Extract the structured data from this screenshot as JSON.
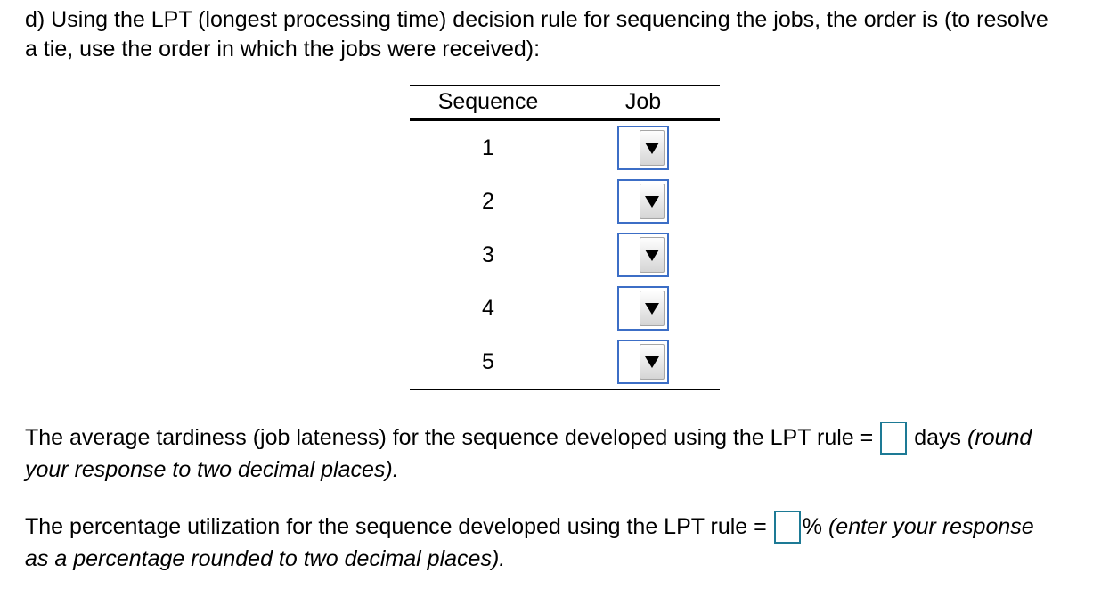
{
  "question": {
    "intro_line1": "d) Using the LPT (longest processing time) decision rule for sequencing the jobs, the order is (to resolve",
    "intro_line2": "a tie, use the order in which the jobs were received):"
  },
  "table": {
    "headers": {
      "sequence": "Sequence",
      "job": "Job"
    },
    "rows": [
      {
        "sequence": "1",
        "job_value": ""
      },
      {
        "sequence": "2",
        "job_value": ""
      },
      {
        "sequence": "3",
        "job_value": ""
      },
      {
        "sequence": "4",
        "job_value": ""
      },
      {
        "sequence": "5",
        "job_value": ""
      }
    ]
  },
  "tardiness": {
    "text_before": "The average tardiness (job lateness) for the sequence developed using the LPT rule =",
    "input_value": "",
    "unit_label": "days",
    "italic_line1": "(round",
    "italic_line2": "your response to two decimal places)."
  },
  "utilization": {
    "text_before": "The percentage utilization for the sequence developed using the LPT rule =",
    "input_value": "",
    "unit_label": "%",
    "italic_line1": "(enter your response",
    "italic_line2": "as a percentage rounded to two decimal places)."
  },
  "icons": {
    "dropdown_caret": "▼"
  },
  "colors": {
    "select_border": "#3c6ec6",
    "input_border": "#1d7a95",
    "text": "#000000",
    "select_button_face": "#e3e3e3"
  }
}
